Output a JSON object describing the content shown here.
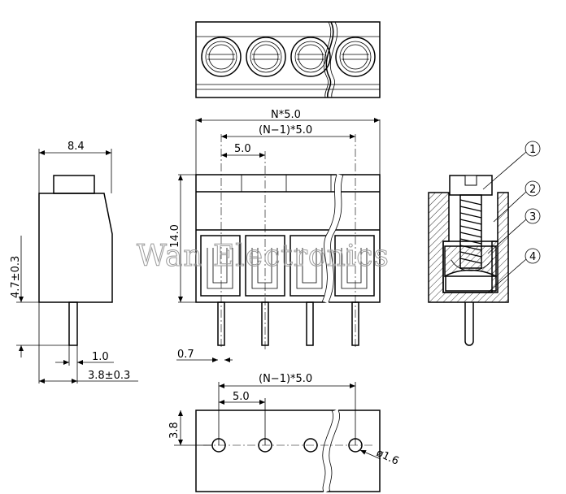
{
  "watermark": "Wan Electronics",
  "dimensions": {
    "total_width": "N*5.0",
    "span": "(N−1)*5.0",
    "pitch": "5.0",
    "side_width": "8.4",
    "pin_height": "4.7±0.3",
    "pin_width": "1.0",
    "pin_offset": "3.8±0.3",
    "pin_thickness": "0.7",
    "body_height": "14.0",
    "pcb_span": "(N−1)*5.0",
    "pcb_pitch": "5.0",
    "pcb_offset": "3.8",
    "hole_dia": "ø1.6"
  },
  "callouts": [
    "1",
    "2",
    "3",
    "4"
  ],
  "icons": {
    "screw_head": "screw-head-icon",
    "pcb_hole": "pcb-hole-icon",
    "callout_circle": "callout-circle-icon"
  }
}
